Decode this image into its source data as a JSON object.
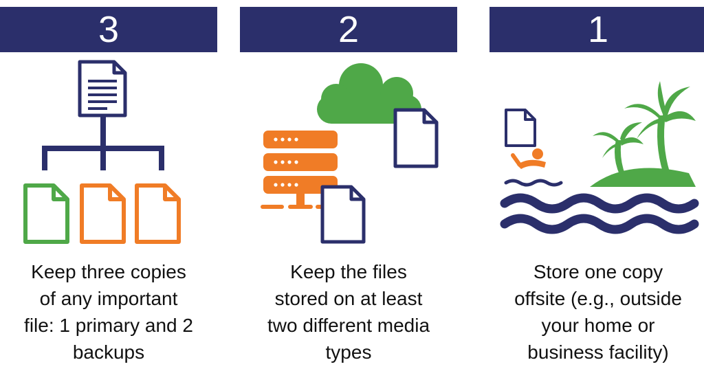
{
  "colors": {
    "navy": "#2b2f6b",
    "green": "#4fa848",
    "orange": "#f07c26",
    "white": "#ffffff"
  },
  "panels": [
    {
      "number": "3",
      "caption": [
        "Keep three copies",
        "of any important",
        "file: 1 primary and 2",
        "backups"
      ],
      "icons": [
        "document-icon",
        "file-copy-icon"
      ]
    },
    {
      "number": "2",
      "caption": [
        "Keep the files",
        "stored on at least",
        "two different media",
        "types"
      ],
      "icons": [
        "cloud-icon",
        "server-icon",
        "document-icon"
      ]
    },
    {
      "number": "1",
      "caption": [
        "Store one copy",
        "offsite (e.g., outside",
        "your home or",
        "business facility)"
      ],
      "icons": [
        "document-icon",
        "swimmer-icon",
        "island-icon",
        "waves-icon"
      ]
    }
  ]
}
